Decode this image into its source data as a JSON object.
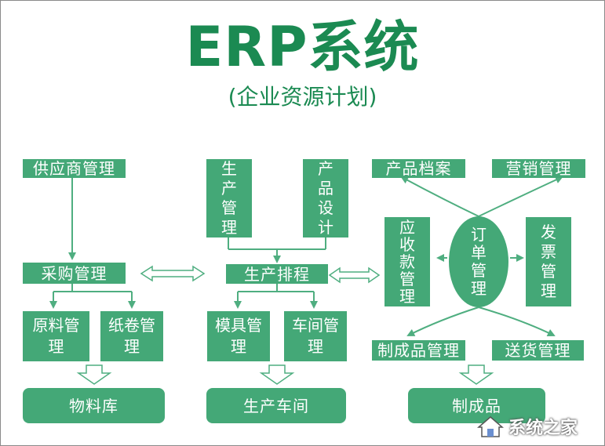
{
  "title": "ERP系统",
  "subtitle": "(企业资源计划)",
  "left": {
    "supplier": "供应商管理",
    "purchase": "采购管理",
    "raw": "原料管理",
    "paper": "纸卷管理",
    "warehouse": "物料库"
  },
  "middle": {
    "production": "生产管理",
    "design": "产品设计",
    "schedule": "生产排程",
    "mold": "模具管理",
    "workshop_mgmt": "车间管理",
    "workshop": "生产车间"
  },
  "right": {
    "archive": "产品档案",
    "marketing": "营销管理",
    "receivable": "应收款管理",
    "order": "订单管理",
    "invoice": "发票管理",
    "finished_mgmt": "制成品管理",
    "delivery": "送货管理",
    "finished": "制成品"
  },
  "watermark": "系统之家",
  "colors": {
    "accent": "#44a877",
    "title": "#1b8a52",
    "line": "#4fae80"
  }
}
